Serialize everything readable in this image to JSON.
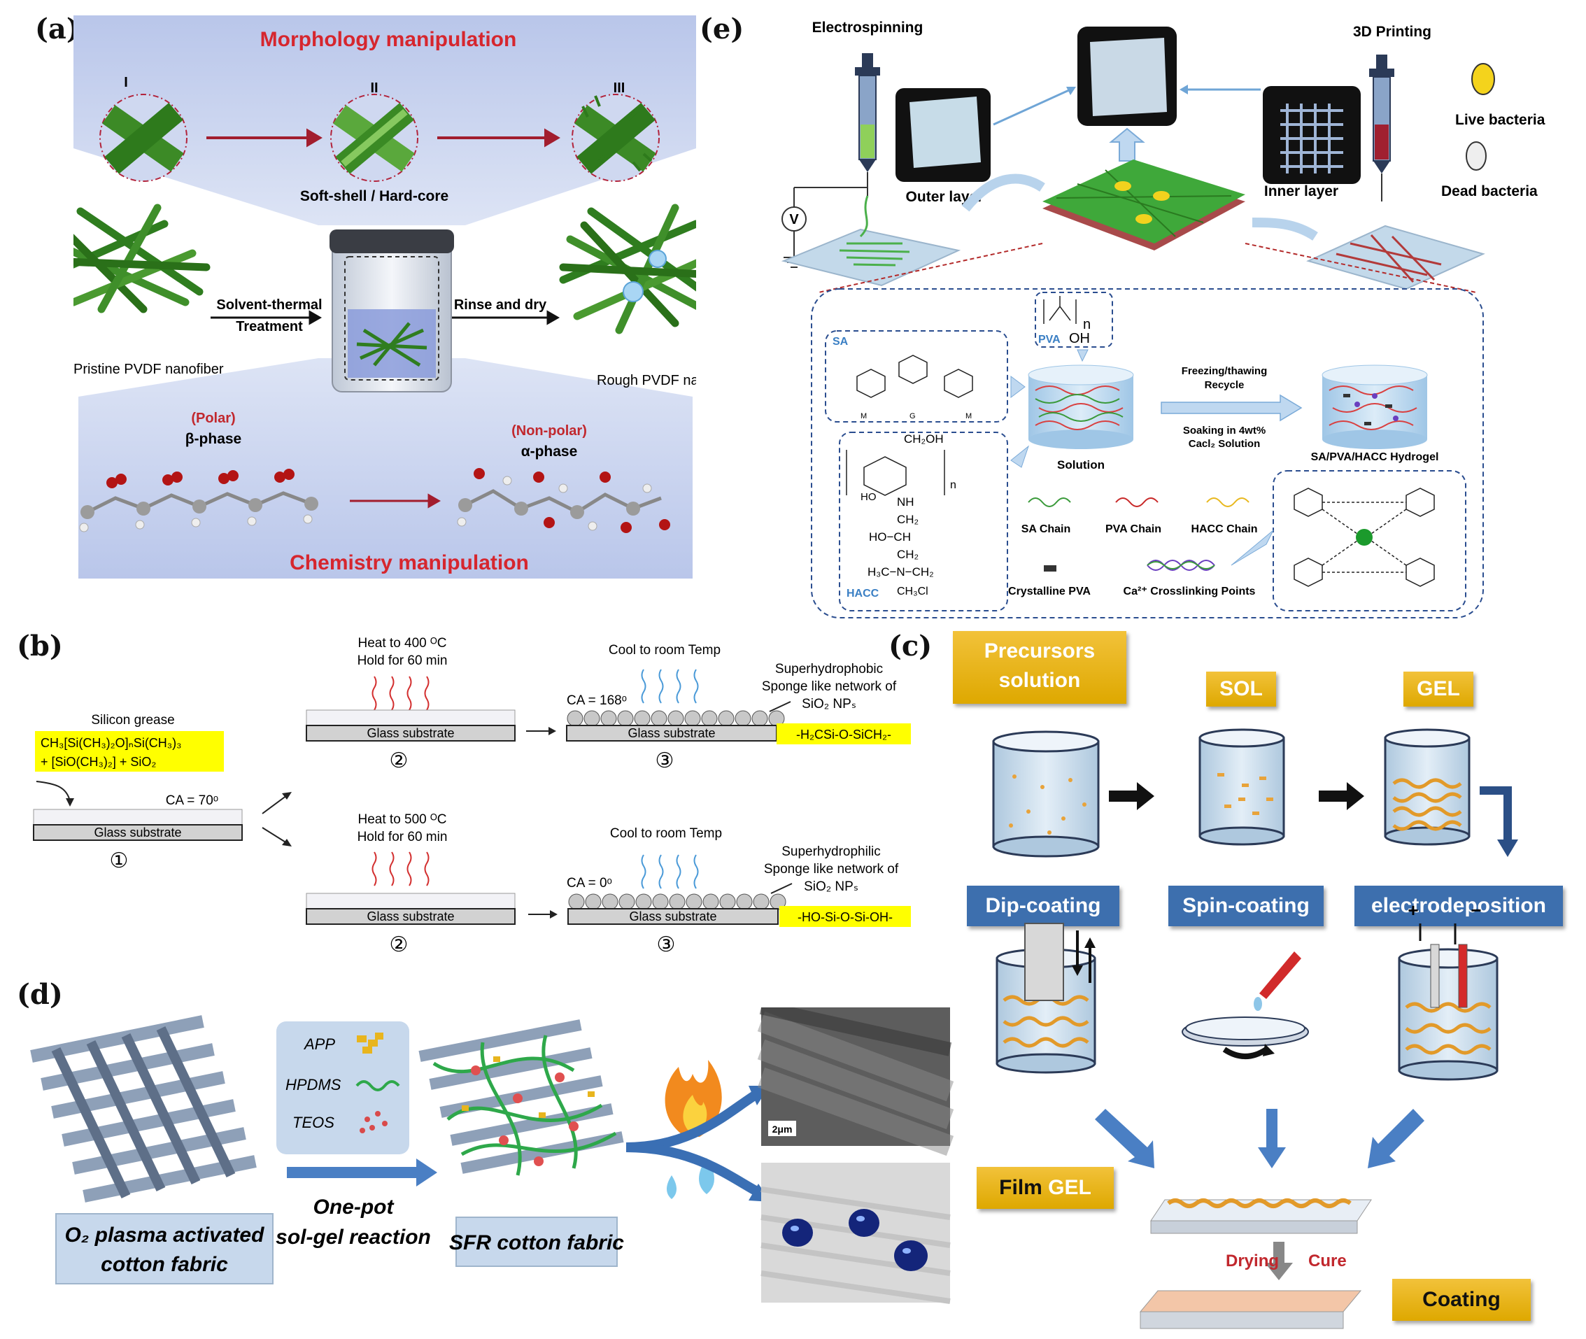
{
  "panels": {
    "a": {
      "letter": "(a)",
      "title_top": "Morphology manipulation",
      "stages": [
        "I",
        "II",
        "III"
      ],
      "soft_shell": "Soft-shell / Hard-core",
      "step1": "Solvent-thermal",
      "step1b": "Treatment",
      "step2": "Rinse and dry",
      "pristine": "Pristine PVDF nanofiber",
      "rough": "Rough PVDF nanofibe",
      "polar": "(Polar)",
      "beta": "β-phase",
      "nonpolar": "(Non-polar)",
      "alpha": "α-phase",
      "title_bottom": "Chemistry manipulation"
    },
    "b": {
      "letter": "(b)",
      "silicon_grease": "Silicon grease",
      "formula1": "CH₃[Si(CH₃)₂O]ₙSi(CH₃)₃",
      "formula2": "+ [SiO(CH₃)₂] + SiO₂",
      "ca70": "CA = 70ᵒ",
      "glass": "Glass substrate",
      "step1": "①",
      "step2": "②",
      "step3": "③",
      "heat400": "Heat to 400 ᴼC",
      "heat500": "Heat to 500 ᴼC",
      "hold": "Hold for 60 min",
      "cool": "Cool to room Temp",
      "ca168": "CA = 168ᵒ",
      "ca0": "CA = 0ᵒ",
      "superphobic": "Superhydrophobic",
      "superphilic": "Superhydrophilic",
      "sponge": "Sponge like network of",
      "sio2": "SiO₂ NPₛ",
      "chain_top": "-H₂CSi-O-SiCH₂-",
      "chain_bottom": "-HO-Si-O-Si-OH-"
    },
    "c": {
      "letter": "(c)",
      "precursors": "Precursors",
      "solution": "solution",
      "sol": "SOL",
      "gel": "GEL",
      "dip": "Dip-coating",
      "spin": "Spin-coating",
      "electro": "electrodeposition",
      "film": "Film",
      "film_gel": "GEL",
      "drying": "Drying",
      "cure": "Cure",
      "coating": "Coating",
      "plus": "+",
      "minus": "−"
    },
    "d": {
      "letter": "(d)",
      "app": "APP",
      "hpdms": "HPDMS",
      "teos": "TEOS",
      "onepot": "One-pot",
      "solgel": "sol-gel reaction",
      "o2_line1": "O₂ plasma activated",
      "o2_line2": "cotton fabric",
      "sfr": "SFR cotton fabric",
      "scale": "2μm"
    },
    "e": {
      "letter": "(e)",
      "electrospinning": "Electrospinning",
      "printing": "3D Printing",
      "outer": "Outer layer",
      "inner": "Inner layer",
      "live": "Live bacteria",
      "dead": "Dead bacteria",
      "volt": "V",
      "sa": "SA",
      "pva": "PVA",
      "oh": "OH",
      "n": "n",
      "m": "M",
      "g": "G",
      "ch2oh": "CH₂OH",
      "nh": "NH",
      "ch2": "CH₂",
      "hoch": "HO−CH",
      "h3c": "H₃C−N−CH₂",
      "ch3cl": "CH₃Cl",
      "ho": "HO",
      "hacc": "HACC",
      "solution": "Solution",
      "freezing": "Freezing/thawing",
      "recycle": "Recycle",
      "soaking": "Soaking in 4wt%",
      "cacl": "Cacl₂ Solution",
      "hydrogel": "SA/PVA/HACC Hydrogel",
      "sa_chain": "SA Chain",
      "pva_chain": "PVA Chain",
      "hacc_chain": "HACC Chain",
      "crystalline": "Crystalline PVA",
      "crosslink": "Ca²⁺ Crosslinking Points"
    }
  },
  "colors": {
    "accent_red": "#c1272d",
    "fiber_green": "#2f7d1f",
    "gold": "#f0bd2e",
    "steel_blue": "#3d6fae",
    "highlight_yellow": "#ffff00",
    "light_blue_panel": "#c9d6f0",
    "dashed_blue": "#2a4d8f"
  }
}
